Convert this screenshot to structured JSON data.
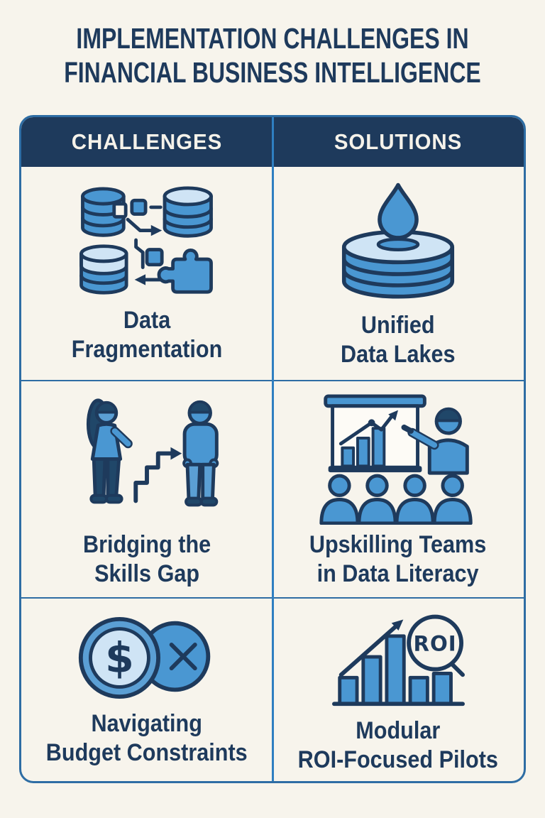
{
  "colors": {
    "background": "#f7f4ec",
    "navy": "#1e3a5c",
    "table_border": "#2e6da4",
    "divider": "#2f7fc1",
    "icon_blue": "#4a97d2",
    "icon_blue2": "#5b9fd4",
    "icon_light_blue": "#cfe4f5",
    "icon_dark_blue": "#204769",
    "header_text": "#f5f2ea",
    "screen_white": "#fdfbf6"
  },
  "title": {
    "text": "IMPLEMENTATION CHALLENGES IN\nFINANCIAL BUSINESS INTELLIGENCE"
  },
  "table": {
    "headers": [
      {
        "id": "challenges",
        "label": "CHALLENGES"
      },
      {
        "id": "solutions",
        "label": "SOLUTIONS"
      }
    ],
    "rows": [
      {
        "challenge": {
          "icon": "fragmented-databases-icon",
          "label": "Data\nFragmentation"
        },
        "solution": {
          "icon": "unified-data-lake-icon",
          "label": "Unified\nData Lakes"
        }
      },
      {
        "challenge": {
          "icon": "skills-gap-figures-icon",
          "label": "Bridging the\nSkills Gap"
        },
        "solution": {
          "icon": "training-presentation-icon",
          "label": "Upskilling Teams\nin Data Literacy"
        }
      },
      {
        "challenge": {
          "icon": "budget-coin-icon",
          "label": "Navigating\nBudget Constraints"
        },
        "solution": {
          "icon": "roi-growth-chart-icon",
          "label": "Modular\nROI-Focused Pilots"
        }
      }
    ]
  }
}
